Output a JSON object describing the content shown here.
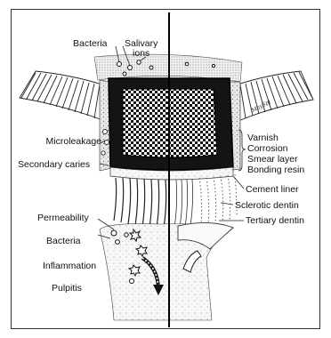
{
  "labels": {
    "bacteria_top": "Bacteria",
    "salivary_ions": "Salivary\nions",
    "microleakage": "Microleakage",
    "secondary_caries": "Secondary caries",
    "varnish": "Varnish",
    "corrosion": "Corrosion",
    "smear_layer": "Smear layer",
    "bonding_resin": "Bonding resin",
    "cement_liner": "Cement liner",
    "sclerotic_dentin": "Sclerotic dentin",
    "tertiary_dentin": "Tertiary dentin",
    "permeability": "Permeability",
    "bacteria_bottom": "Bacteria",
    "inflammation": "Inflammation",
    "pulpitis": "Pulpitis"
  },
  "signature": "MaySpj"
}
